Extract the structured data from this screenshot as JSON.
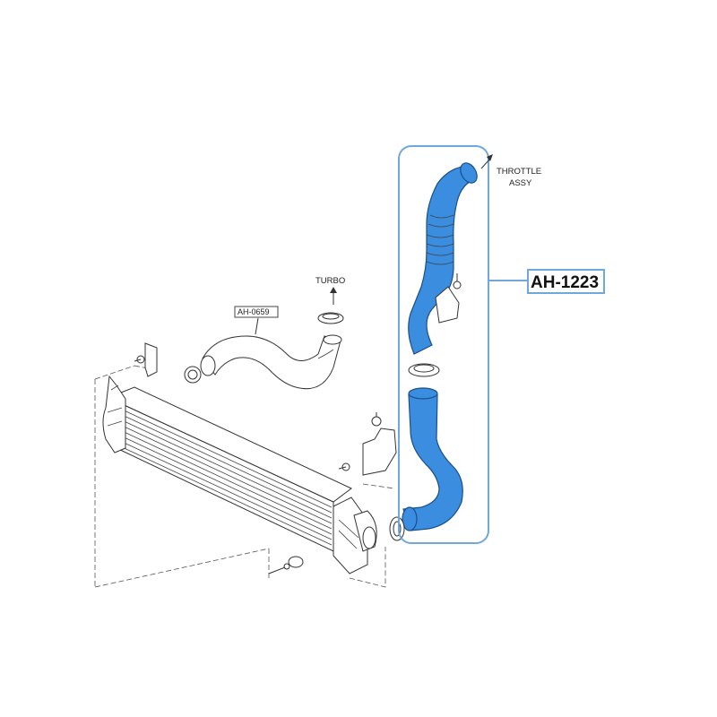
{
  "labels": {
    "throttle_line1": "THROTTLE",
    "throttle_line2": "ASSY",
    "turbo": "TURBO",
    "part_small": "AH-0659",
    "part_highlight": "AH-1223"
  },
  "colors": {
    "hose_highlight": "#3a8ddf",
    "callout_frame": "#6fa8dc",
    "line": "#333333"
  }
}
